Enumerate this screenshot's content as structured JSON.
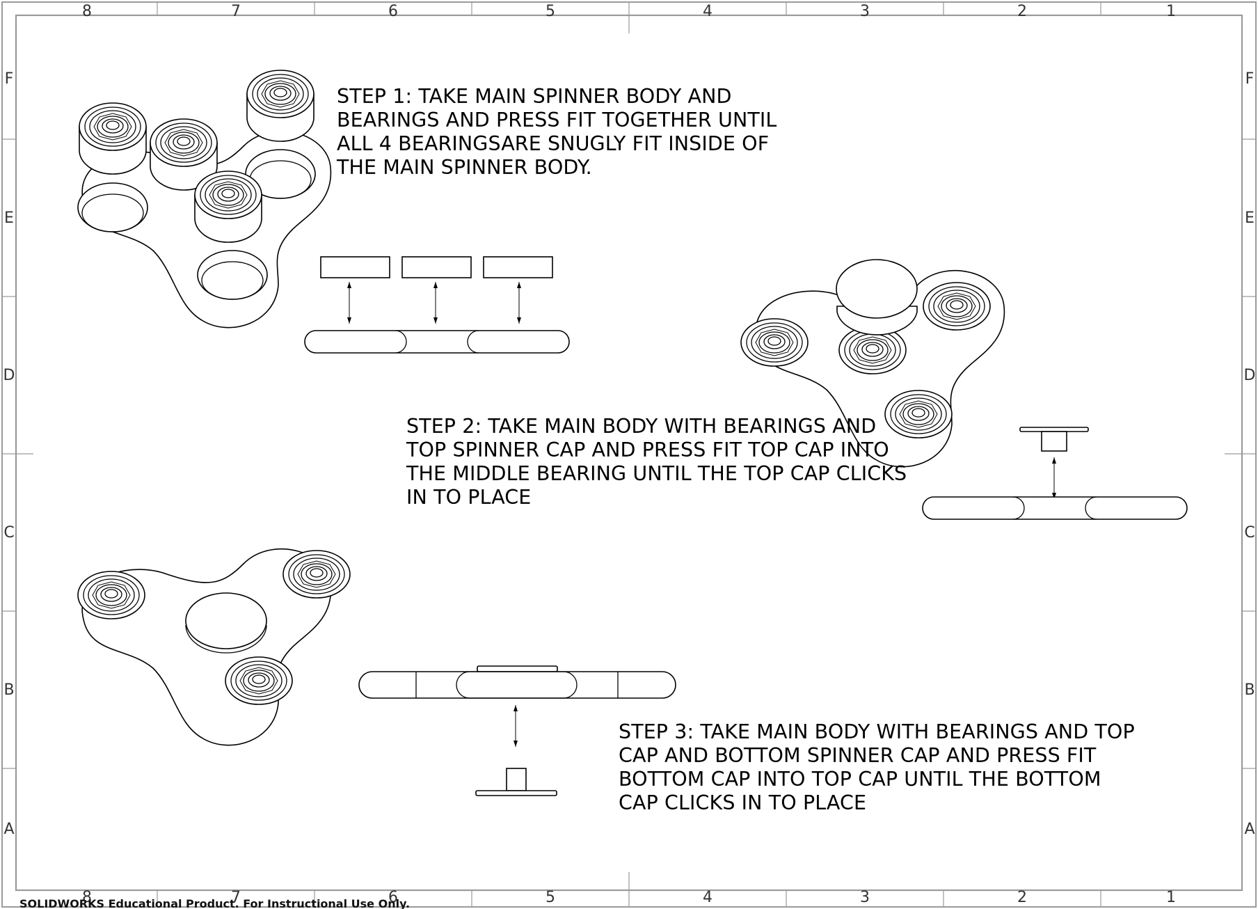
{
  "drawing": {
    "zones_top": [
      "8",
      "7",
      "6",
      "5",
      "4",
      "3",
      "2",
      "1"
    ],
    "zones_bottom": [
      "8",
      "7",
      "6",
      "5",
      "4",
      "3",
      "2",
      "1"
    ],
    "zones_left": [
      "F",
      "E",
      "D",
      "C",
      "B",
      "A"
    ],
    "zones_right": [
      "F",
      "E",
      "D",
      "C",
      "B",
      "A"
    ],
    "steps": [
      {
        "lines": [
          "STEP 1: TAKE MAIN SPINNER BODY AND",
          "BEARINGS AND PRESS FIT TOGETHER UNTIL",
          "ALL 4 BEARINGSARE SNUGLY FIT INSIDE OF",
          "THE MAIN SPINNER BODY."
        ]
      },
      {
        "lines": [
          "STEP 2: TAKE MAIN BODY WITH BEARINGS AND",
          "TOP SPINNER CAP AND PRESS FIT TOP CAP INTO",
          "THE MIDDLE BEARING UNTIL THE TOP CAP CLICKS",
          "IN TO PLACE"
        ]
      },
      {
        "lines": [
          "STEP 3: TAKE MAIN BODY WITH BEARINGS AND TOP",
          "CAP AND BOTTOM SPINNER CAP AND PRESS FIT",
          "BOTTOM CAP INTO TOP CAP UNTIL THE BOTTOM",
          "CAP CLICKS IN TO PLACE"
        ]
      }
    ],
    "watermark": "SOLIDWORKS Educational Product. For Instructional Use Only."
  }
}
